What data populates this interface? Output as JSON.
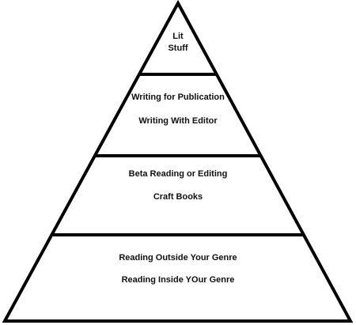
{
  "pyramid": {
    "stroke_color": "#000000",
    "fill_color": "#ffffff",
    "text_color": "#111111",
    "tiers": [
      {
        "lines": [
          "Lit",
          "Stuff"
        ]
      },
      {
        "lines": [
          "Writing for Publication",
          "Writing With Editor"
        ]
      },
      {
        "lines": [
          "Beta Reading or Editing",
          "Craft Books"
        ]
      },
      {
        "lines": [
          "Reading Outside Your Genre",
          "Reading Inside YOur Genre"
        ]
      }
    ]
  }
}
